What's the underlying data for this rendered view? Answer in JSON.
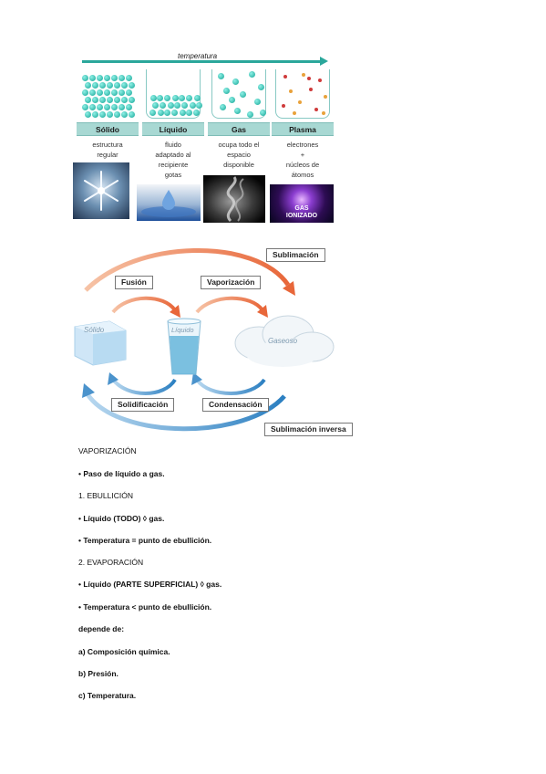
{
  "figure_states": {
    "temperature_label": "temperatura",
    "states": [
      {
        "name": "Sólido",
        "desc": [
          "estructura",
          "regular"
        ]
      },
      {
        "name": "Líquido",
        "desc": [
          "fluido",
          "adaptado al",
          "recipiente",
          "gotas"
        ]
      },
      {
        "name": "Gas",
        "desc": [
          "ocupa todo el",
          "espacio",
          "disponible"
        ]
      },
      {
        "name": "Plasma",
        "desc": [
          "electrones",
          "+",
          "núcleos de",
          "átomos"
        ]
      }
    ],
    "plasma_photo_caption": [
      "GAS",
      "IONIZADO"
    ],
    "colors": {
      "teal": "#2aa79b",
      "header": "#a8d8d3"
    }
  },
  "figure_changes": {
    "labels": {
      "sublimacion": "Sublimación",
      "fusion": "Fusión",
      "vaporizacion": "Vaporización",
      "solidificacion": "Solidificación",
      "condensacion": "Condensación",
      "sublimacion_inversa": "Sublimación inversa",
      "solido": "Sólido",
      "liquido": "Líquido",
      "gaseoso": "Gaseoso"
    },
    "colors": {
      "forward": "#e8673a",
      "reverse": "#2b7fc1"
    }
  },
  "text": {
    "heading": "VAPORIZACIÓN",
    "bullet1": "• Paso de líquido a gas.",
    "sub1": "1. EBULLICIÓN",
    "bullet2": "• Líquido (TODO) ◊ gas.",
    "bullet3": "• Temperatura = punto de ebullición.",
    "sub2": "2. EVAPORACIÓN",
    "bullet4": "• Líquido (PARTE SUPERFICIAL) ◊ gas.",
    "bullet5": "• Temperatura < punto de ebullición.",
    "depende": "depende de:",
    "item_a": "a) Composición química.",
    "item_b": "b) Presión.",
    "item_c": "c) Temperatura."
  }
}
